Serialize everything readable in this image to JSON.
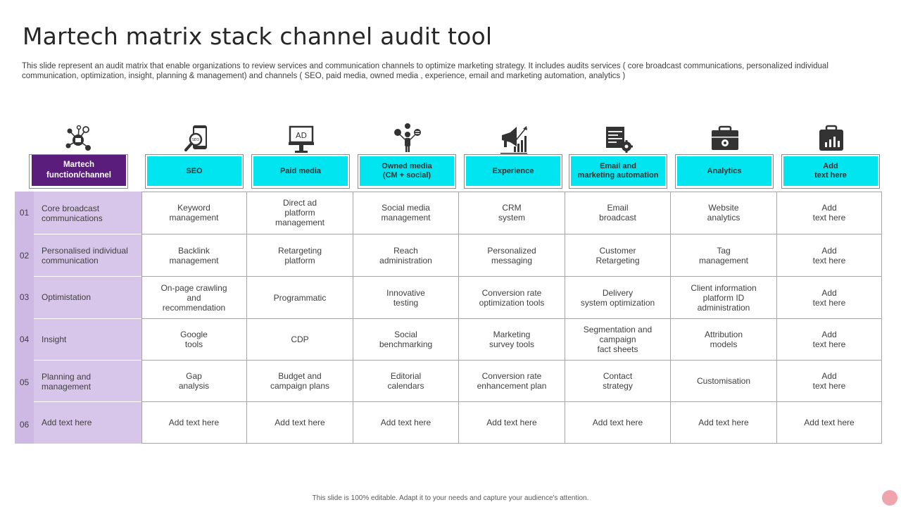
{
  "title": "Martech matrix stack channel audit tool",
  "subtitle": "This slide represent an audit matrix that enable organizations to review services and communication channels to optimize marketing strategy. It includes audits services ( core broadcast communications, personalized individual communication, optimization, insight, planning & management) and channels ( SEO,  paid media, owned media , experience, email and marketing automation, analytics )",
  "colors": {
    "header_fill": "#00e5f0",
    "first_header_fill": "#5b1d7c",
    "row_band": "#d7c5ea"
  },
  "icons": [
    "network-icon",
    "seo-magnifier-icon",
    "ad-billboard-icon",
    "person-social-icon",
    "megaphone-growth-icon",
    "email-automation-icon",
    "analytics-toolbox-icon",
    "briefcase-chart-icon"
  ],
  "headers": [
    "Martech\nfunction/channel",
    "SEO",
    "Paid media",
    "Owned media\n(CM + social)",
    "Experience",
    "Email and\nmarketing automation",
    "Analytics",
    "Add\ntext here"
  ],
  "ad_icon_text": "AD",
  "seo_icon_text": "SEO",
  "rows": [
    {
      "num": "01",
      "label": "Core broadcast\ncommunications",
      "cells": [
        "Keyword\nmanagement",
        "Direct ad\nplatform\nmanagement",
        "Social media\nmanagement",
        "CRM\nsystem",
        "Email\nbroadcast",
        "Website\nanalytics",
        "Add\ntext here"
      ]
    },
    {
      "num": "02",
      "label": "Personalised individual\ncommunication",
      "cells": [
        "Backlink\nmanagement",
        "Retargeting\nplatform",
        "Reach\nadministration",
        "Personalized\nmessaging",
        "Customer\nRetargeting",
        "Tag\nmanagement",
        "Add\ntext here"
      ]
    },
    {
      "num": "03",
      "label": "Optimistation",
      "cells": [
        "On-page crawling\nand\nrecommendation",
        "Programmatic",
        "Innovative\ntesting",
        "Conversion rate\noptimization tools",
        "Delivery\nsystem optimization",
        "Client information\nplatform ID\nadministration",
        "Add\ntext here"
      ]
    },
    {
      "num": "04",
      "label": "Insight",
      "cells": [
        "Google\ntools",
        "CDP",
        "Social\nbenchmarking",
        "Marketing\nsurvey tools",
        "Segmentation and\ncampaign\nfact sheets",
        "Attribution\nmodels",
        "Add\ntext here"
      ]
    },
    {
      "num": "05",
      "label": "Planning and\nmanagement",
      "cells": [
        "Gap\nanalysis",
        "Budget and\ncampaign plans",
        "Editorial\ncalendars",
        "Conversion rate\nenhancement plan",
        "Contact\nstrategy",
        "Customisation",
        "Add\ntext here"
      ]
    },
    {
      "num": "06",
      "label": "Add text here",
      "cells": [
        "Add text here",
        "Add text here",
        "Add text here",
        "Add text here",
        "Add text here",
        "Add text here",
        "Add text here"
      ]
    }
  ],
  "footer": "This slide is 100% editable.  Adapt it to your needs and capture your audience's attention."
}
